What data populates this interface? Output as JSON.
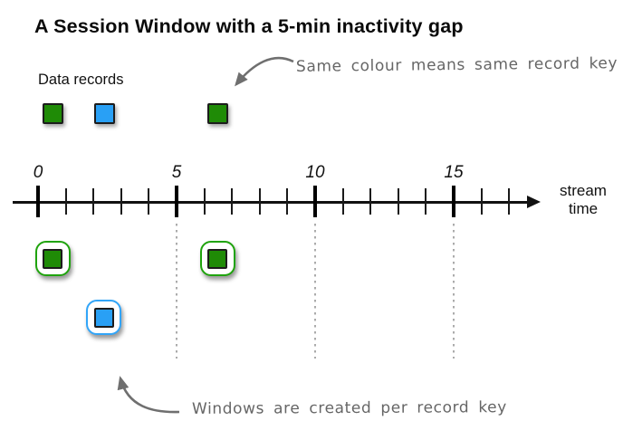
{
  "title": "A Session Window with a 5-min inactivity gap",
  "legend_label": "Data records",
  "annotation_top": {
    "text": "Same colour means same record key"
  },
  "annotation_bottom": {
    "text": "Windows are created per record key"
  },
  "axis": {
    "label_line1": "stream",
    "label_line2": "time",
    "major_tick_labels": [
      "0",
      "5",
      "10",
      "15"
    ],
    "major_every": 5,
    "total_ticks": 18,
    "gap_guides_at": [
      5,
      10,
      15
    ]
  },
  "records": [
    {
      "key": "green",
      "time": 0.55
    },
    {
      "key": "blue",
      "time": 2.4
    },
    {
      "key": "green",
      "time": 6.5
    }
  ],
  "session_windows": [
    {
      "key": "green",
      "time": 0.55,
      "row": 0
    },
    {
      "key": "blue",
      "time": 2.4,
      "row": 1
    },
    {
      "key": "green",
      "time": 6.5,
      "row": 0
    }
  ],
  "colors": {
    "green": "#1f8b06",
    "blue": "#29a0f5",
    "square_border": "#1c1c1c",
    "green_window_border": "#1fa30c",
    "blue_window_border": "#31a5f8",
    "annotation": "#666666",
    "arrow": "#6f6f6f",
    "dotted_line": "#ababab"
  }
}
